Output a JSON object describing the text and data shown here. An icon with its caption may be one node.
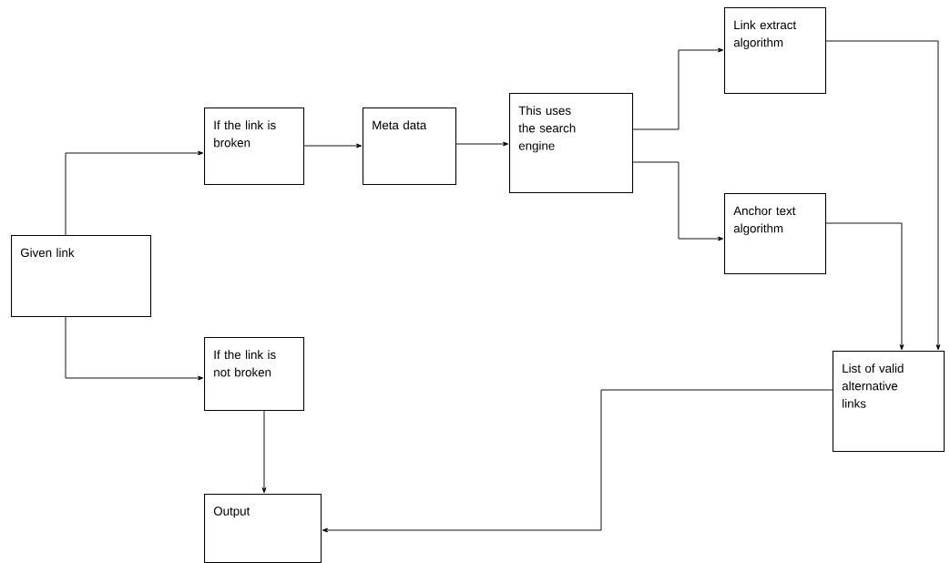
{
  "diagram": {
    "nodes": [
      {
        "text": [
          "Given link"
        ]
      },
      {
        "text": [
          "If the link is broken"
        ]
      },
      {
        "text": [
          "Meta data"
        ]
      },
      {
        "text": [
          "This uses the search engine"
        ]
      },
      {
        "text": [
          "Link extract algorithm"
        ]
      },
      {
        "text": [
          "Anchor text algorithm"
        ]
      },
      {
        "text": [
          "If the link is not broken"
        ]
      },
      {
        "text": [
          "List of valid alternative links"
        ]
      },
      {
        "text": [
          "Output"
        ]
      }
    ],
    "edges": [
      {
        "from": 0,
        "to": 1,
        "arrow": "to"
      },
      {
        "from": 0,
        "to": 6,
        "arrow": "to"
      },
      {
        "from": 1,
        "to": 2,
        "arrow": "to"
      },
      {
        "from": 2,
        "to": 3,
        "arrow": "to"
      },
      {
        "from": 3,
        "to": 4,
        "arrow": "to"
      },
      {
        "from": 3,
        "to": 5,
        "arrow": "to"
      },
      {
        "from": 4,
        "to": 7,
        "arrow": "to"
      },
      {
        "from": 5,
        "to": 7,
        "arrow": "to"
      },
      {
        "from": 6,
        "to": 8,
        "arrow": "to"
      },
      {
        "from": 7,
        "to": 8,
        "arrow": "to"
      }
    ]
  }
}
